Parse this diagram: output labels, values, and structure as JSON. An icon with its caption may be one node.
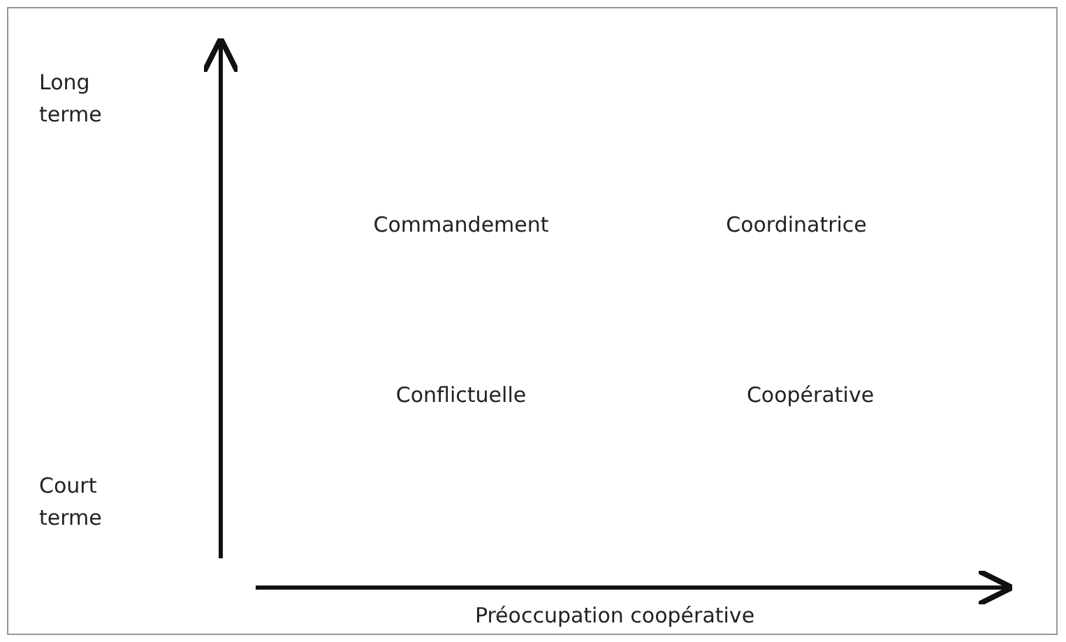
{
  "diagram": {
    "labels": [
      "Long terme",
      "Commandement",
      "Coordinatrice",
      "Conflictuelle",
      "Coopérative",
      "Court terme",
      "Préoccupation coopérative"
    ]
  }
}
